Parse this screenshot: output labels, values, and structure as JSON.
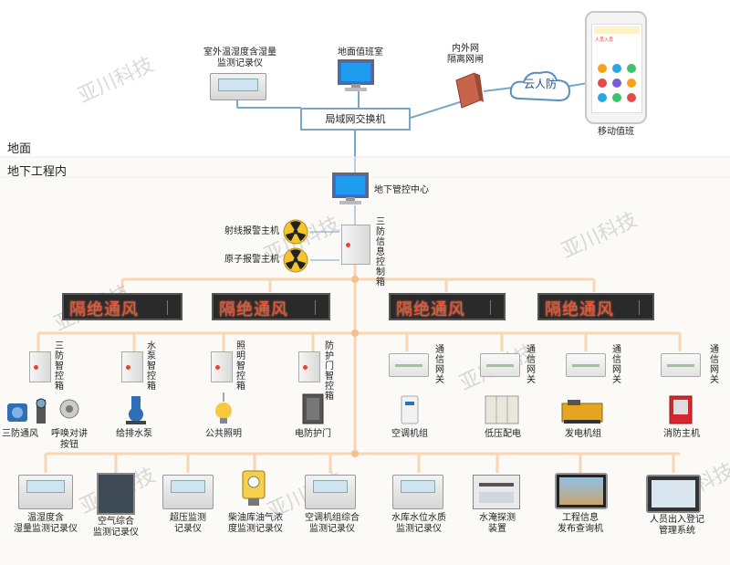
{
  "zones": {
    "ground": "地面",
    "underground": "地下工程内"
  },
  "watermark": "亚川科技",
  "top": {
    "recorder_outdoor": "室外温湿度含湿量\n监测记录仪",
    "duty_room": "地面值班室",
    "gateway_inner_outer": "内外网\n隔离网闸",
    "cloud": "云人防",
    "mobile": "移动值班",
    "switch": "局域网交换机"
  },
  "center": {
    "control_center": "地下管控中心",
    "radiation_host": "射线报警主机",
    "atomic_host": "原子报警主机",
    "three_defense_box": "三防信息控制箱"
  },
  "led_text": "隔绝通风",
  "boxes": {
    "three_defense": "三防智控箱",
    "water_pump": "水泵智控箱",
    "lighting": "照明智控箱",
    "protective_door": "防护门智控箱"
  },
  "gateway_label": "通信网关",
  "devices_mid": {
    "three_defense_vent": "三防通风",
    "intercom": "呼唤对讲\n按钮",
    "drain_pump": "给排水泵",
    "public_lighting": "公共照明",
    "blast_door": "电防护门",
    "ac_unit": "空调机组",
    "low_voltage": "低压配电",
    "generator": "发电机组",
    "fire_host": "消防主机"
  },
  "devices_bottom": [
    "温湿度含\n湿量监测记录仪",
    "空气综合\n监测记录仪",
    "超压监测\n记录仪",
    "柴油库油气浓\n度监测记录仪",
    "空调机组综合\n监测记录仪",
    "水库水位水质\n监测记录仪",
    "水淹探测\n装置",
    "工程信息\n发布查询机",
    "人员出入登记\n管理系统"
  ],
  "phone_screen": "人员入员",
  "colors": {
    "line": "#f5b877",
    "node": "#f08a2a",
    "switch_border": "#7aa6c8",
    "led_text": "#e9563b"
  }
}
